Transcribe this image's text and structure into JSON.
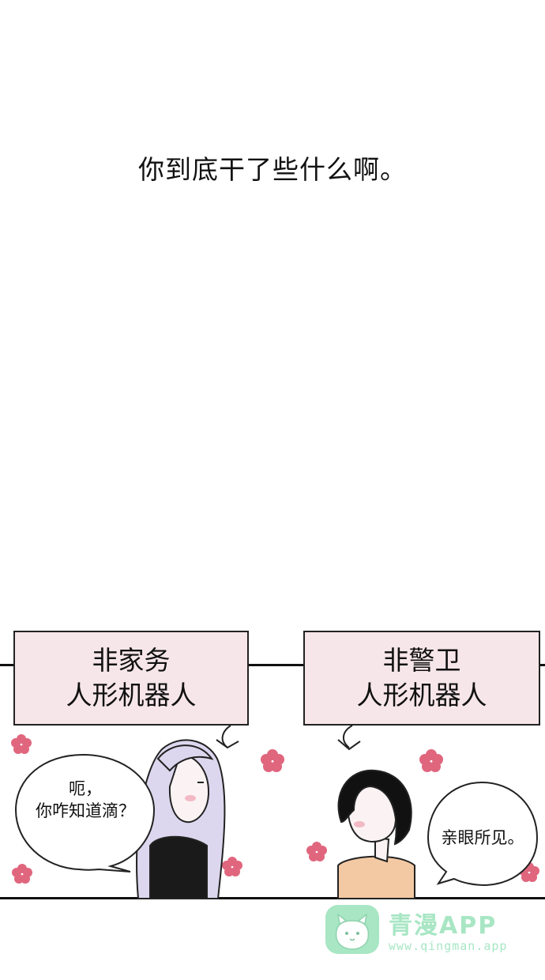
{
  "narration": "你到底干了些什么啊。",
  "panel": {
    "left_label": [
      "非家务",
      "人形机器人"
    ],
    "right_label": [
      "非警卫",
      "人形机器人"
    ],
    "left_bubble": [
      "呃，",
      "你咋知道滴？"
    ],
    "right_bubble": "亲眼所见。"
  },
  "watermark": {
    "title": "青漫APP",
    "url": "www.qingman.app",
    "color": "#a8e6c4"
  },
  "colors": {
    "label_bg": "#f6e6ea",
    "flower": "#e0667e",
    "ink": "#111111"
  }
}
